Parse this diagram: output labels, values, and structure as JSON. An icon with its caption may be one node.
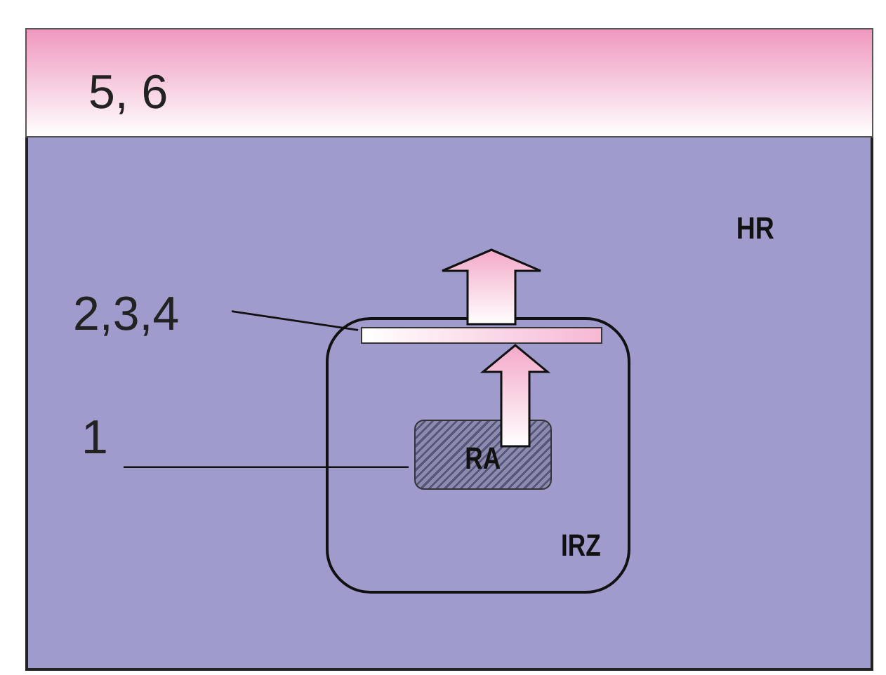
{
  "diagram": {
    "nodes": [
      {
        "text": [
          "5, 6"
        ]
      },
      {
        "text": [
          "HR"
        ]
      },
      {
        "text": [
          "IRZ"
        ],
        "in": 1
      },
      {
        "text": [
          "RA"
        ],
        "in": 2
      },
      {
        "text": [],
        "shape": "bar",
        "in": 2
      },
      {
        "text": [
          "2,3,4"
        ],
        "in": 1
      },
      {
        "text": [
          "1"
        ],
        "in": 1
      }
    ],
    "edges": [
      {
        "from": 5,
        "to": 4,
        "arrow": "none"
      },
      {
        "from": 6,
        "to": 3,
        "arrow": "none"
      },
      {
        "from": 3,
        "to": 4,
        "arrow": "to",
        "style": "thick"
      },
      {
        "from": 4,
        "to": null,
        "arrow": "to",
        "style": "thick"
      }
    ]
  }
}
